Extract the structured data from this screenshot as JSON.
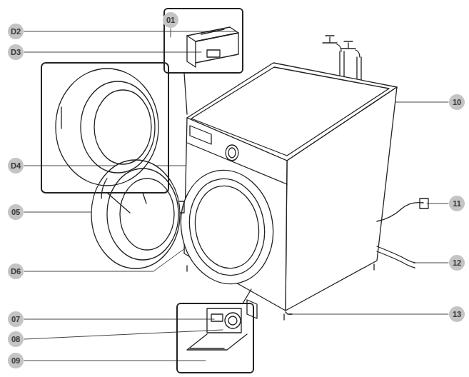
{
  "diagram": {
    "labels": [
      "01",
      "D2",
      "D3",
      "D4",
      "05",
      "D6",
      "07",
      "08",
      "09",
      "10",
      "11",
      "12",
      "13"
    ]
  }
}
